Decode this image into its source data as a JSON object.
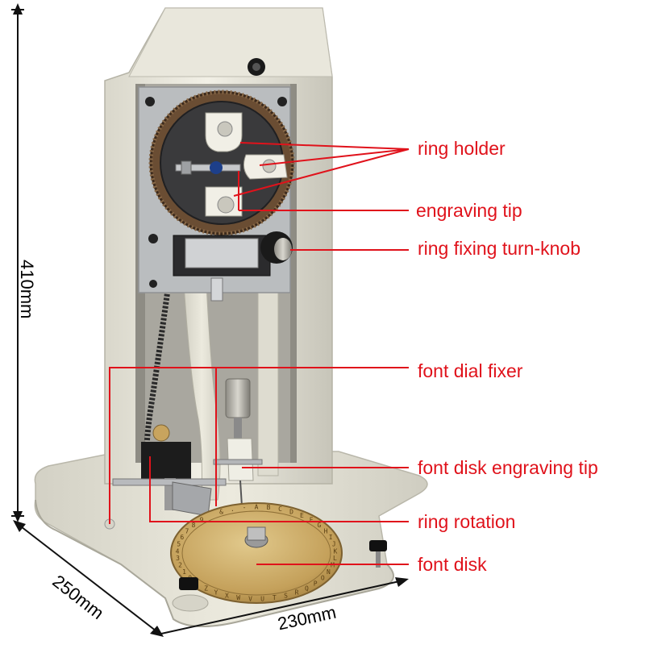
{
  "labels": {
    "ring_holder": "ring holder",
    "engraving_tip": "engraving tip",
    "ring_fixing_turn_knob": "ring fixing turn-knob",
    "font_dial_fixer": "font dial fixer",
    "font_disk_engraving_tip": "font disk engraving tip",
    "ring_rotation": "ring rotation",
    "font_disk": "font disk"
  },
  "dimensions": {
    "height": "410mm",
    "depth": "250mm",
    "width": "230mm"
  },
  "disk_glyphs": "ABCDEFGHIJKLMNOPQRSTUVWXYZ 0123456789 &.-",
  "colors": {
    "callout": "#e0121b",
    "body": "#e6e4d8",
    "body_shadow": "#c8c6b8",
    "panel": "#b9bcbe",
    "wheel": "#3a3a3c",
    "gear": "#7a5a3c",
    "holder": "#f1efe6",
    "brass": "#c8a45e",
    "black": "#141414"
  }
}
